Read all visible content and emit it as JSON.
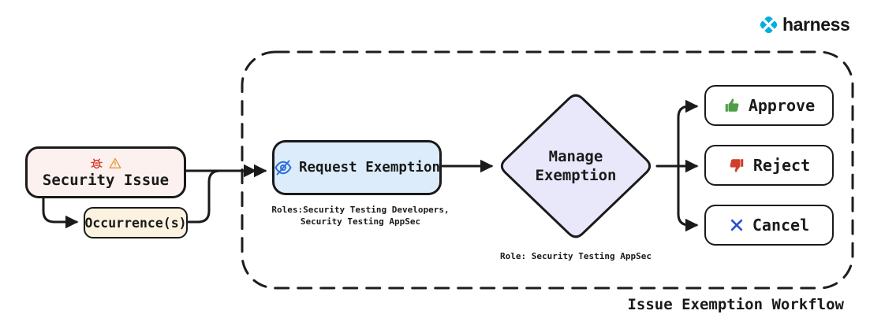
{
  "header": {
    "brand_name": "harness"
  },
  "diagram": {
    "title": "Issue Exemption Workflow",
    "nodes": {
      "security_issue": {
        "label": "Security Issue",
        "icons": [
          "bug-icon",
          "warning-icon"
        ],
        "fill": "#fdf1ef"
      },
      "occurrences": {
        "label": "Occurrence(s)",
        "fill": "#fbf3e0"
      },
      "request_exemption": {
        "label": "Request Exemption",
        "icon": "eye-off-icon",
        "fill": "#dcecfb",
        "roles_caption_line1": "Roles:Security Testing Developers,",
        "roles_caption_line2": "Security Testing AppSec"
      },
      "manage_exemption": {
        "label_line1": "Manage",
        "label_line2": "Exemption",
        "fill": "#e9e7fa",
        "role_caption": "Role: Security Testing AppSec"
      },
      "approve": {
        "label": "Approve",
        "icon": "thumbs-up-icon",
        "icon_color": "#4f9e46"
      },
      "reject": {
        "label": "Reject",
        "icon": "thumbs-down-icon",
        "icon_color": "#cf3f2c"
      },
      "cancel": {
        "label": "Cancel",
        "icon": "x-icon",
        "icon_color": "#2b50d0"
      }
    },
    "colors": {
      "stroke": "#1a1a1a",
      "harness_blue": "#00ade4",
      "bug_red": "#d63c2a",
      "warning_orange": "#e59739",
      "eye_blue": "#2e6fd6"
    }
  }
}
